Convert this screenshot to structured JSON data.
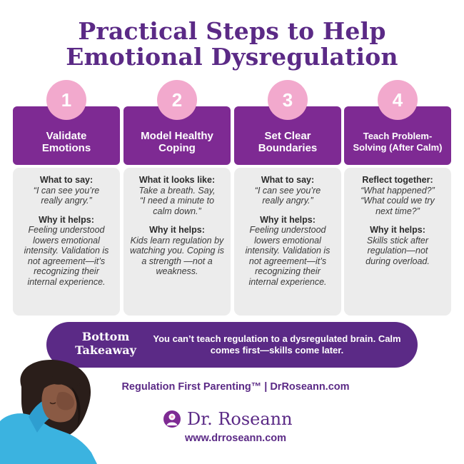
{
  "title": {
    "line1": "Practical Steps to Help",
    "line2": "Emotional Dysregulation"
  },
  "steps": [
    {
      "number": "1",
      "heading": "Validate\nEmotions",
      "section1_label": "What to say:",
      "section1_text": "“I can see you’re really angry.”",
      "section2_label": "Why it helps:",
      "section2_text": "Feeling understood lowers emotional intensity. Validation is not agreement—it’s recognizing their internal experience."
    },
    {
      "number": "2",
      "heading": "Model Healthy\nCoping",
      "section1_label": "What it looks like:",
      "section1_text": "Take a breath. Say, “I need a minute to calm down.”",
      "section2_label": "Why it helps:",
      "section2_text": "Kids learn regulation by watching you. Coping is a strength —not a weakness."
    },
    {
      "number": "3",
      "heading": "Set Clear\nBoundaries",
      "section1_label": "What to say:",
      "section1_text": "“I can see you’re really angry.”",
      "section2_label": "Why it helps:",
      "section2_text": "Feeling understood lowers emotional intensity. Validation is not agreement—it’s recognizing their internal experience."
    },
    {
      "number": "4",
      "heading": "Teach Problem-\nSolving (After Calm)",
      "section1_label": "Reflect together:",
      "section1_text": "“What happened?” “What could we try next time?”",
      "section2_label": "Why it helps:",
      "section2_text": "Skills stick after regulation—not during overload."
    }
  ],
  "takeaway": {
    "label": "Bottom Takeaway",
    "text": "You can’t teach regulation to a dysregulated brain. Calm comes first—skills come later."
  },
  "footer": {
    "tagline": "Regulation First Parenting™ | DrRoseann.com",
    "brand_name": "Dr. Roseann",
    "website": "www.drroseann.com"
  },
  "colors": {
    "primary_purple": "#5b2a86",
    "header_purple": "#7e2a93",
    "pink_circle": "#f2a9cd",
    "card_gray": "#ececec"
  },
  "icons": {
    "logo": "brain-head-logo-icon",
    "illustration": "distressed-woman-illustration"
  }
}
